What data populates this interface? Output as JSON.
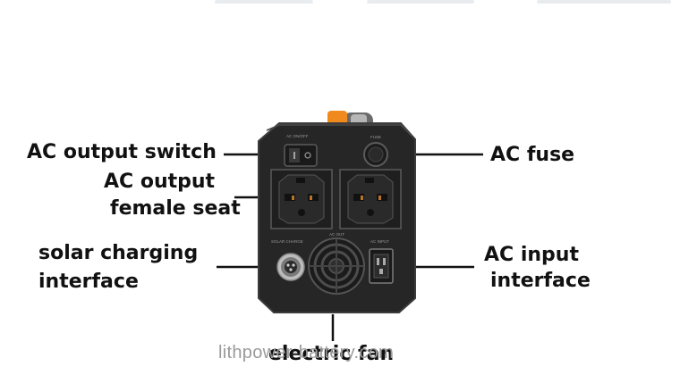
{
  "callouts": {
    "ac_output_switch": "AC output switch",
    "ac_output_female_seat_line1": "AC output",
    "ac_output_female_seat_line2": "female seat",
    "solar_charging_line1": "solar charging",
    "solar_charging_line2": "interface",
    "ac_fuse": "AC fuse",
    "ac_input_line1": "AC input",
    "ac_input_line2": "interface",
    "electric_fan": "electric fan"
  },
  "panel_labels": {
    "ac_on_off": "AC ON/OFF",
    "fuse": "FUSE",
    "solar_charge": "SOLAR CHARGE",
    "ac_out": "AC OUT",
    "ac_input": "AC INPUT"
  },
  "watermark": "lithpower-battery.com",
  "colors": {
    "device_body": "#262626",
    "device_edge": "#3c3c3c",
    "handle_orange": "#f08a1c",
    "text": "#111111"
  }
}
